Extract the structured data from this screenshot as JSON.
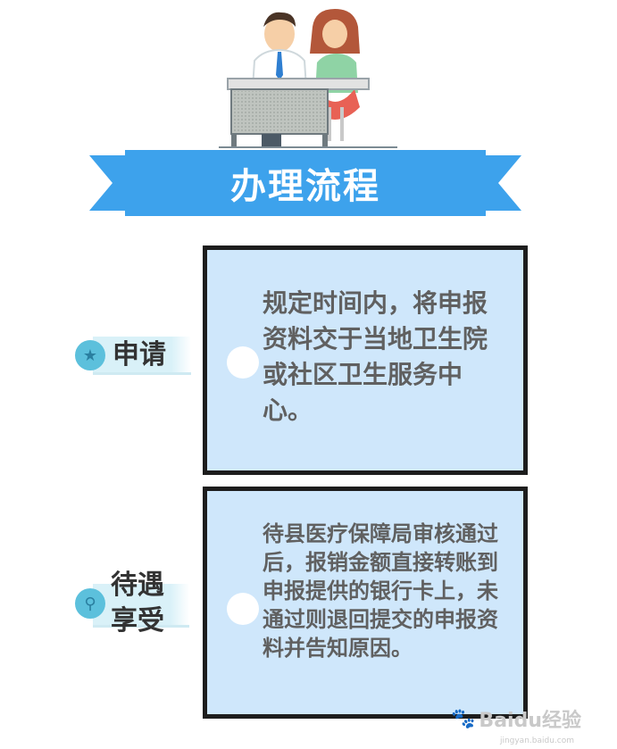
{
  "banner": {
    "title": "办理流程",
    "color": "#3da2ec"
  },
  "steps": [
    {
      "label_lines": [
        "申请"
      ],
      "icon": "star-icon",
      "description": "规定时间内，将申报资料交于当地卫生院或社区卫生服务中心。"
    },
    {
      "label_lines": [
        "待遇",
        "享受"
      ],
      "icon": "magnifier-icon",
      "description": "待县医疗保障局审核通过后，报销金额直接转账到申报提供的银行卡上，未通过则退回提交的申报资料并告知原因。"
    }
  ],
  "watermark": {
    "brand": "Baidu经验",
    "sub": "jingyan.baidu.com"
  },
  "colors": {
    "box_fill": "#cfe7fb",
    "box_border": "#1d1d1d",
    "label_bg": "#d9f1f8",
    "icon_bg": "#5cc0dc"
  }
}
